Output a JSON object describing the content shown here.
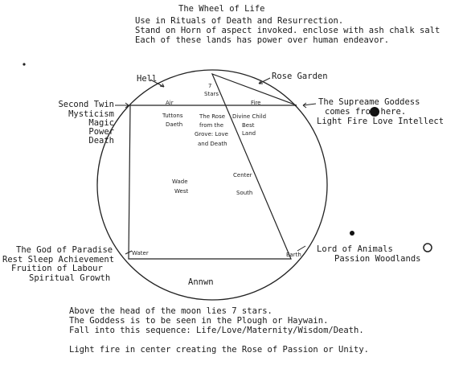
{
  "title": "The Wheel of Life",
  "intro": [
    "Use in Rituals of Death and Resurrection.",
    "Stand on Horn of aspect invoked. enclose with ash chalk salt",
    "Each of these lands has power over human endeavor."
  ],
  "labels": {
    "hell": "Hell",
    "rose_garden": "Rose Garden",
    "second_twin": [
      "Second Twin",
      "Mysticism",
      "Magic",
      "Power",
      "Death"
    ],
    "supreme_goddess": [
      "The Supreame Goddess",
      "comes from here.",
      "Light Fire Love Intellect"
    ],
    "god_of_paradise": [
      "The God of Paradise",
      "Rest Sleep Achievement",
      "Fruition of Labour",
      "Spiritual Growth"
    ],
    "lord_of_animals": [
      "Lord of Animals",
      "Passion Woodlands"
    ],
    "annwn": "Annwn"
  },
  "inner": {
    "stars": [
      "7",
      "Stars"
    ],
    "air": "Air",
    "fire": "Fire",
    "tuatha": [
      "Tuttons",
      "Daeth"
    ],
    "rose": [
      "The Rose",
      "from the",
      "Grove: Love",
      "and Death"
    ],
    "divine_child": [
      "Divine Child",
      "Best",
      "Land"
    ],
    "water": [
      "Wade",
      "West"
    ],
    "center": [
      "Center",
      "South"
    ],
    "water_point": "Water",
    "earth_point": "Earth"
  },
  "footer": [
    "Above the head of the moon lies 7 stars.",
    "The Goddess is to be seen in the Plough or Haywain.",
    "Fall into this sequence:  Life/Love/Maternity/Wisdom/Death.",
    "Light fire in center creating the Rose of Passion or Unity."
  ]
}
